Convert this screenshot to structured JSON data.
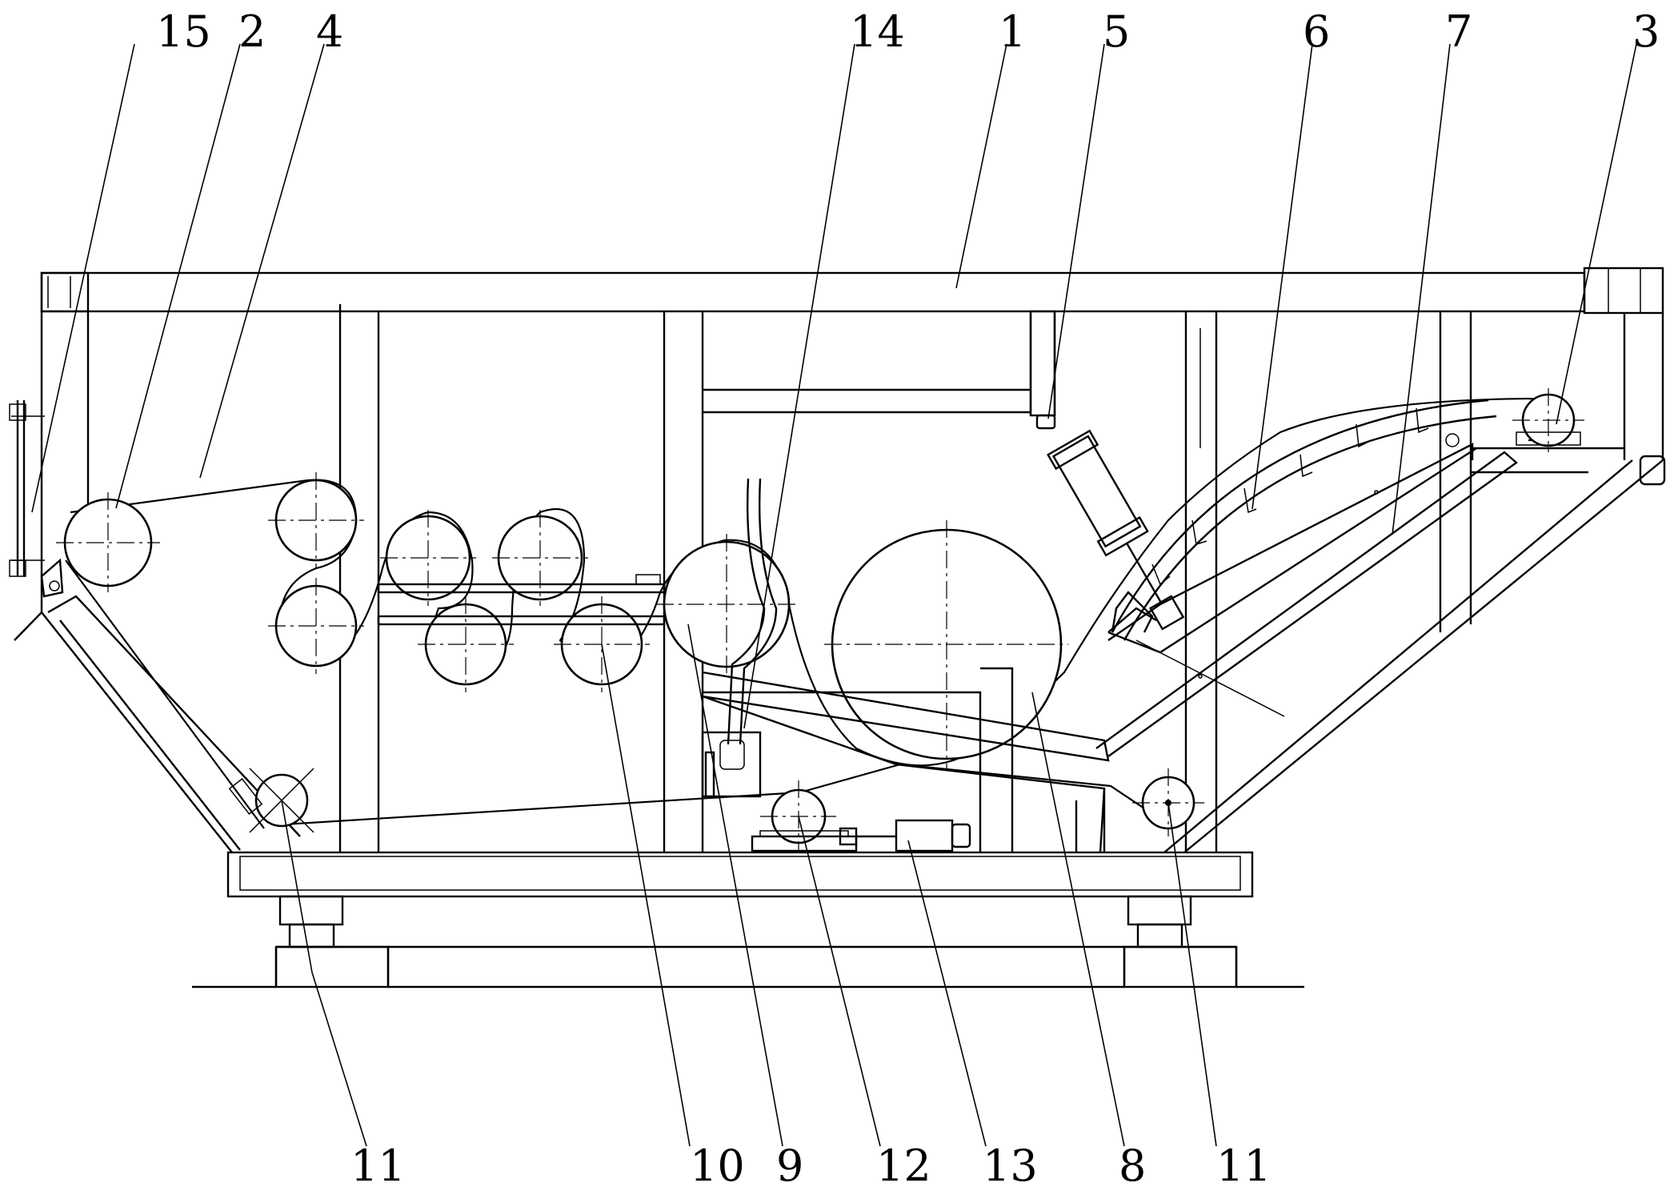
{
  "callouts": {
    "c15": "15",
    "c2": "2",
    "c4": "4",
    "c14": "14",
    "c1": "1",
    "c5": "5",
    "c6": "6",
    "c7": "7",
    "c3": "3",
    "c11a": "11",
    "c10": "10",
    "c9": "9",
    "c12": "12",
    "c13": "13",
    "c8": "8",
    "c11b": "11"
  }
}
